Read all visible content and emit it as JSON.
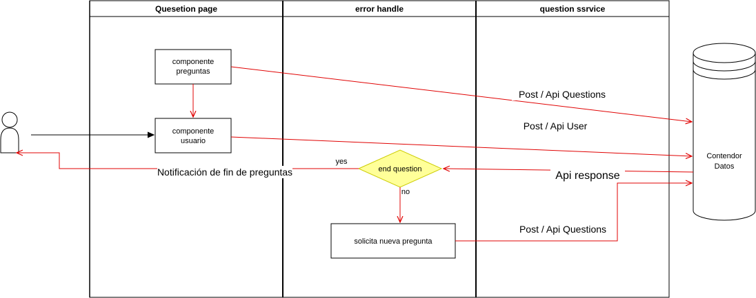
{
  "lanes": [
    {
      "title": "Quesetion page"
    },
    {
      "title": "error handle"
    },
    {
      "title": "question ssrvice"
    }
  ],
  "nodes": {
    "componente_preguntas": [
      "componente",
      "preguntas"
    ],
    "componente_usuario": [
      "componente",
      "usuario"
    ],
    "end_question": "end question",
    "solicita": "solicita nueva pregunta",
    "database": [
      "Contendor",
      "Datos"
    ]
  },
  "edges": {
    "post_questions_1": "Post / Api Questions",
    "post_user": "Post / Api User",
    "api_response": "Api response",
    "notificacion": "Notificación de fin de preguntas",
    "yes": "yes",
    "no": "no",
    "post_questions_2": "Post / Api Questions"
  },
  "colors": {
    "arrow": "#e00000",
    "decision_fill": "#ffff99",
    "decision_stroke": "#cccc00",
    "line": "#000000"
  }
}
